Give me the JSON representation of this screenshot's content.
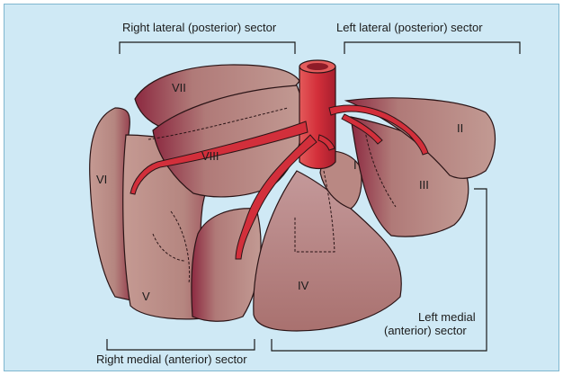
{
  "sectors": {
    "right_lateral": "Right lateral (posterior) sector",
    "left_lateral": "Left lateral (posterior) sector",
    "left_medial_line1": "Left medial",
    "left_medial_line2": "(anterior) sector",
    "right_medial": "Right medial (anterior) sector"
  },
  "segments": {
    "s1": "I",
    "s2": "II",
    "s3": "III",
    "s4": "IV",
    "s5": "V",
    "s6": "VI",
    "s7": "VII",
    "s8": "VIII"
  },
  "colors": {
    "background": "#cfe9f5",
    "liver": "#b98c86",
    "liver_dark": "#8c2b3f",
    "vessel": "#d5303b",
    "outline": "#2a1416"
  }
}
